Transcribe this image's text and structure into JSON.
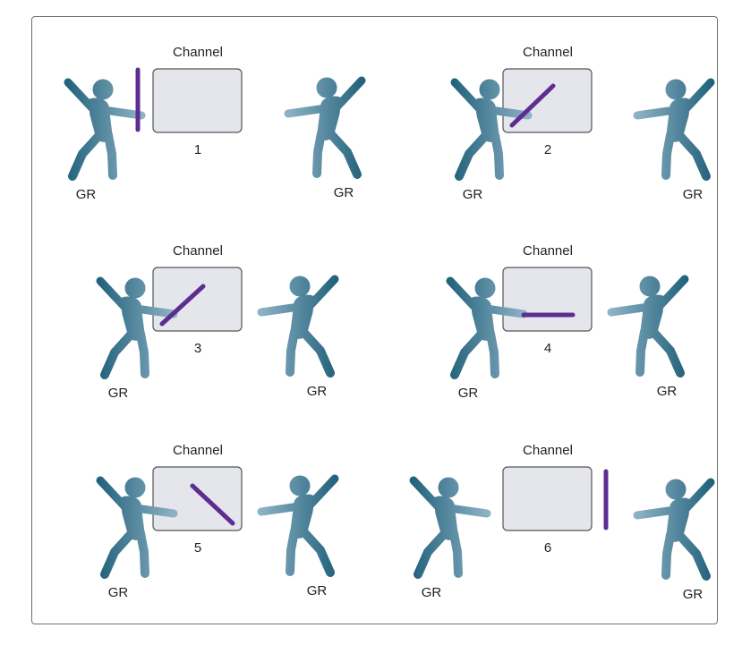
{
  "colors": {
    "figure_dark": "#1d5e78",
    "figure_light": "#8fb3c6",
    "channel_fill": "#e4e6ec",
    "channel_stroke": "#555555",
    "baton": "#5e2d91"
  },
  "panels": [
    {
      "title": "Channel",
      "number": "1",
      "left_label": "GR",
      "right_label": "GR"
    },
    {
      "title": "Channel",
      "number": "2",
      "left_label": "GR",
      "right_label": "GR"
    },
    {
      "title": "Channel",
      "number": "3",
      "left_label": "GR",
      "right_label": "GR"
    },
    {
      "title": "Channel",
      "number": "4",
      "left_label": "GR",
      "right_label": "GR"
    },
    {
      "title": "Channel",
      "number": "5",
      "left_label": "GR",
      "right_label": "GR"
    },
    {
      "title": "Channel",
      "number": "6",
      "left_label": "GR",
      "right_label": "GR"
    }
  ]
}
